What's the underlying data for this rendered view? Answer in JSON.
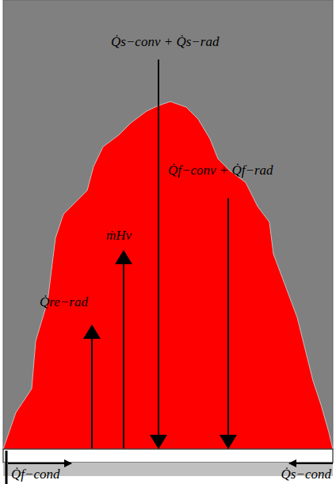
{
  "diagram": {
    "labels": [
      "Q̇s−conv + Q̇s−rad",
      "Q̇f−conv + Q̇f−rad",
      "ṁHv",
      "Q̇re−rad",
      "Q̇f−cond",
      "Q̇s−cond"
    ]
  }
}
